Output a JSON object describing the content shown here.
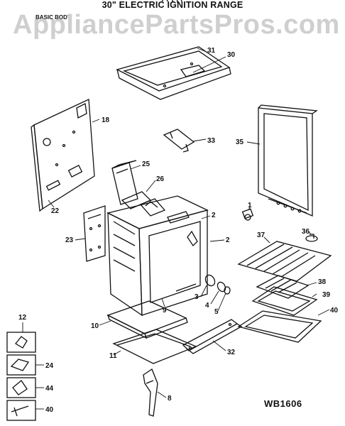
{
  "header": {
    "top_fragment": "/ / ,     , /",
    "title": "30\" ELECTRIC IGNITION RANGE",
    "subtitle": "BASIC BODY"
  },
  "watermark": "AppliancePartsPros.com",
  "drawing_number": "WB1606",
  "callouts": {
    "c31": "31",
    "c30": "30",
    "c18": "18",
    "c33": "33",
    "c35": "35",
    "c25": "25",
    "c26": "26",
    "c22": "22",
    "c2a": "2",
    "c23": "23",
    "c1": "1",
    "c2b": "2",
    "c37": "37",
    "c36": "36",
    "c38": "38",
    "c39": "39",
    "c3": "3",
    "c4": "4",
    "c5": "5",
    "c9": "9",
    "c40": "40",
    "c12": "12",
    "c10": "10",
    "c24": "24",
    "c11": "11",
    "c32": "32",
    "c44": "44",
    "c8": "8",
    "c40b": "40"
  }
}
